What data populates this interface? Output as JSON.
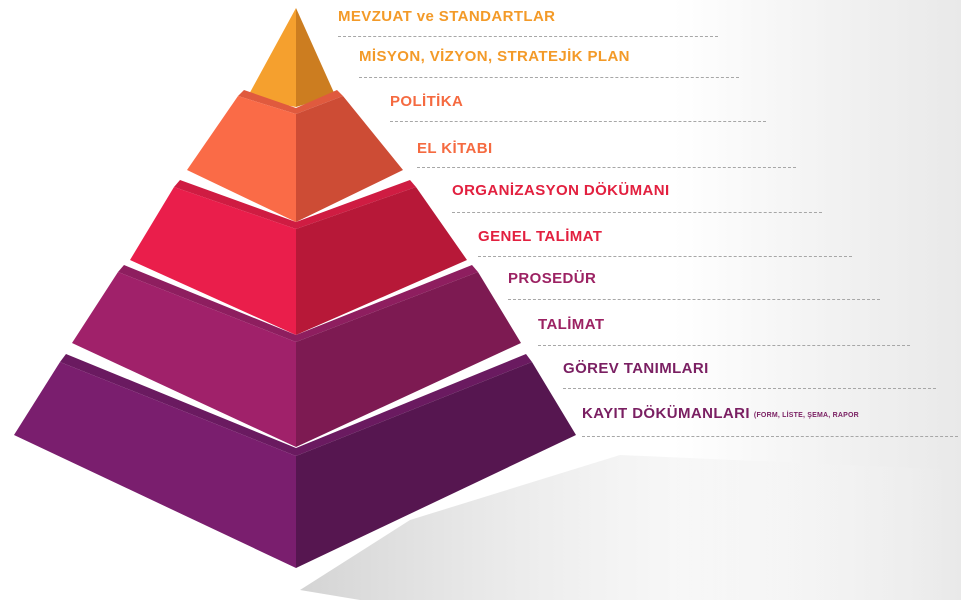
{
  "levels": [
    {
      "text": "MEVZUAT ve STANDARTLAR",
      "color": "#f39a28"
    },
    {
      "text": "MİSYON, VİZYON, STRATEJİK PLAN",
      "color": "#f39a28"
    },
    {
      "text": "POLİTİKA",
      "color": "#f56a40"
    },
    {
      "text": "EL KİTABI",
      "color": "#f56a40"
    },
    {
      "text": "ORGANİZASYON DÖKÜMANI",
      "color": "#e2203f"
    },
    {
      "text": "GENEL TALİMAT",
      "color": "#e2203f"
    },
    {
      "text": "PROSEDÜR",
      "color": "#9c2263"
    },
    {
      "text": "TALİMAT",
      "color": "#9c2263"
    },
    {
      "text": "GÖREV TANIMLARI",
      "color": "#7a1f62"
    },
    {
      "text": "KAYIT DÖKÜMANLARI",
      "sub": "(FORM, LİSTE, ŞEMA, RAPOR",
      "color": "#7a1f62"
    }
  ],
  "tiers": [
    {
      "name": "tier-apex",
      "left": "#f5a02e",
      "right": "#cc7d20",
      "rim": "#e8922a"
    },
    {
      "name": "tier-orange",
      "left": "#fa6b47",
      "right": "#cd4c35",
      "rim": "#e05a3e"
    },
    {
      "name": "tier-red",
      "left": "#ea1e4b",
      "right": "#b71838",
      "rim": "#cf1c42"
    },
    {
      "name": "tier-magenta",
      "left": "#a0216a",
      "right": "#7d1a52",
      "rim": "#8e1e5f"
    },
    {
      "name": "tier-purple",
      "left": "#7a1e6e",
      "right": "#561650",
      "rim": "#6a1a60"
    }
  ]
}
